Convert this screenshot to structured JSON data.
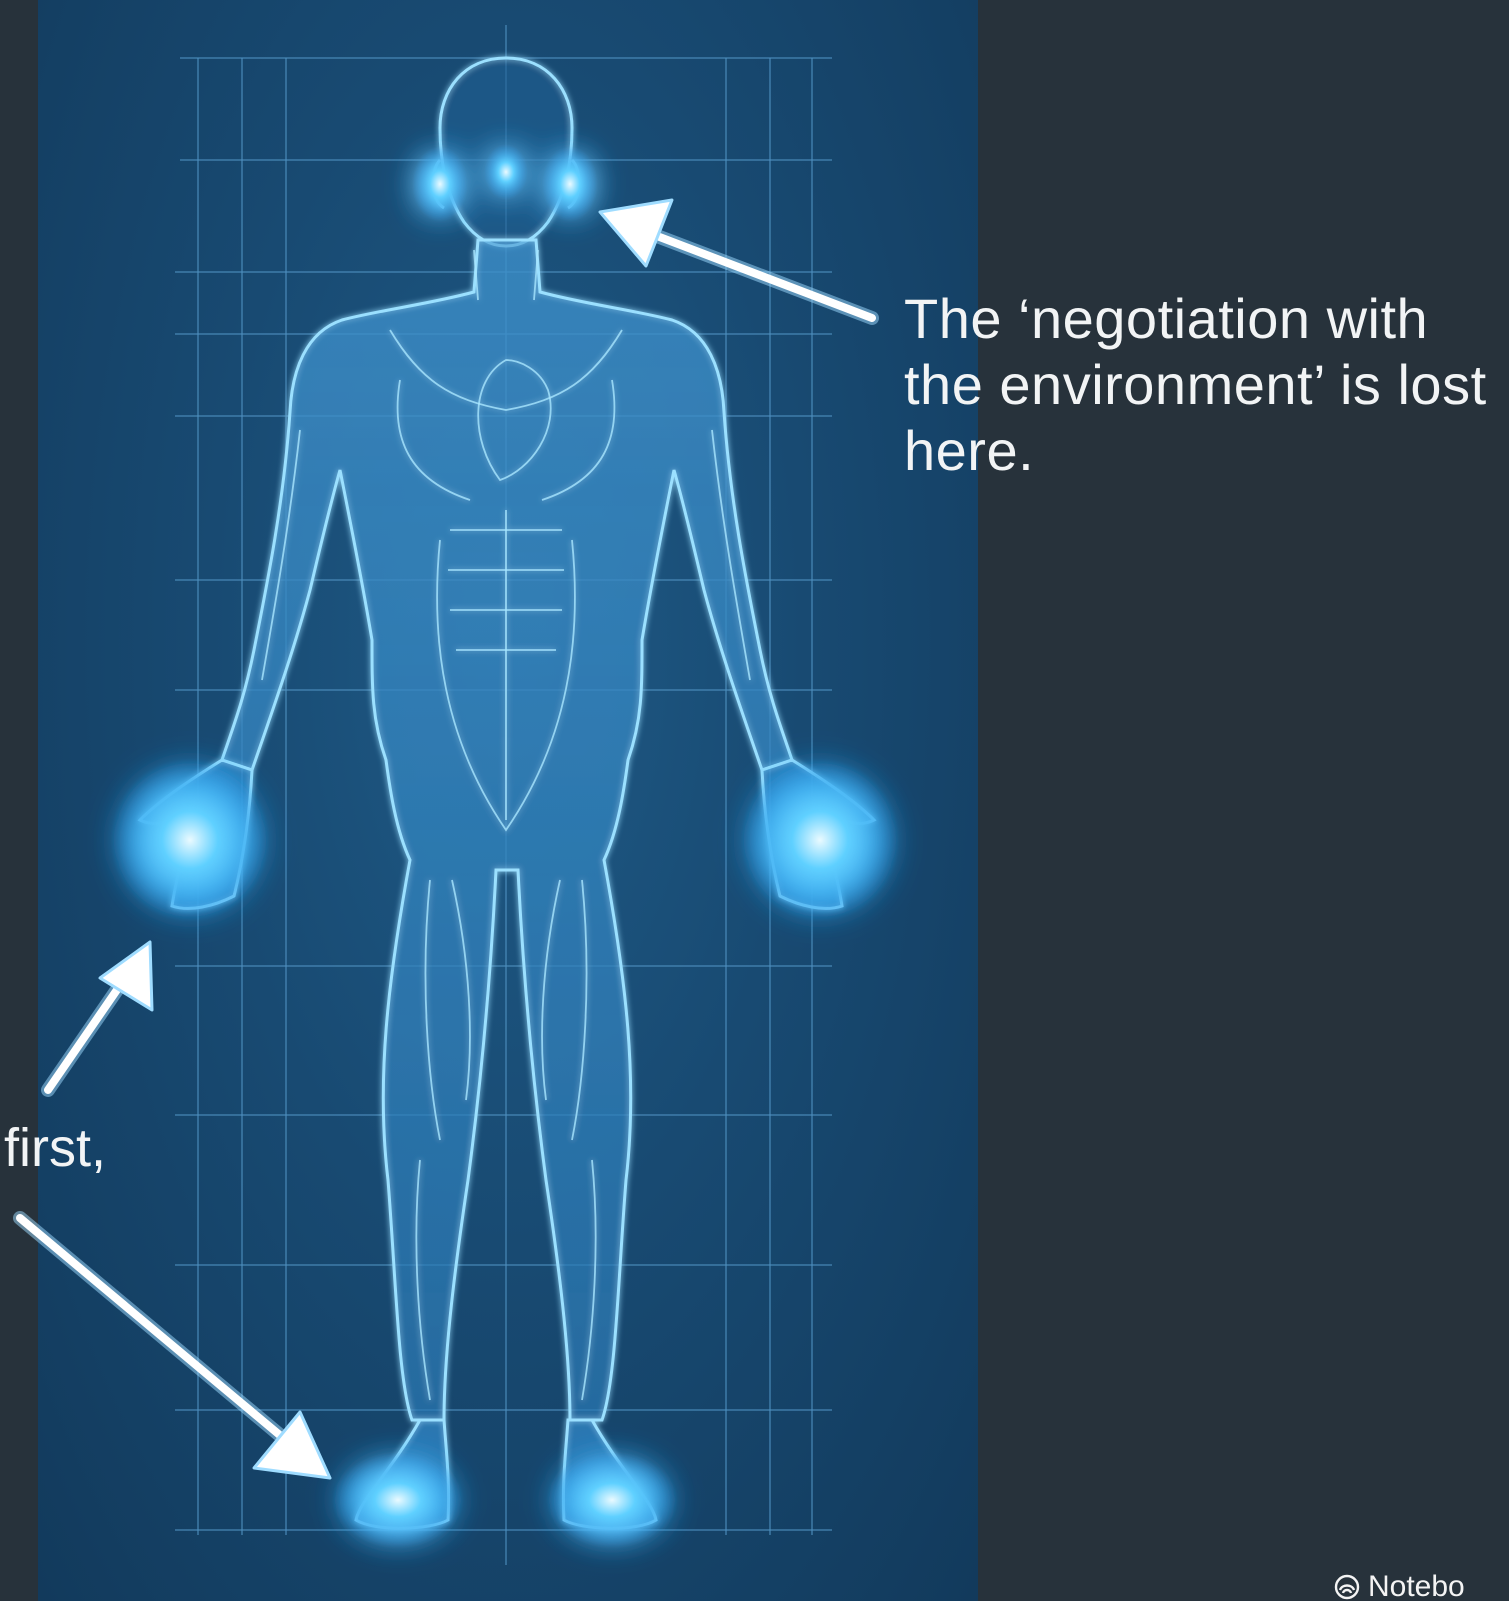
{
  "annotations": {
    "main_text": "The ‘negotiation with the environment’ is lost here.",
    "side_text": "first,"
  },
  "brand": {
    "icon": "notebook-logo-icon",
    "label": "Notebo"
  },
  "colors": {
    "page_background": "#27323b",
    "panel_background": "#184a72",
    "figure_stroke": "#8fd6ff",
    "glow": "#3fb8ff",
    "arrow": "#ffffff",
    "text": "#f2f4f5"
  }
}
